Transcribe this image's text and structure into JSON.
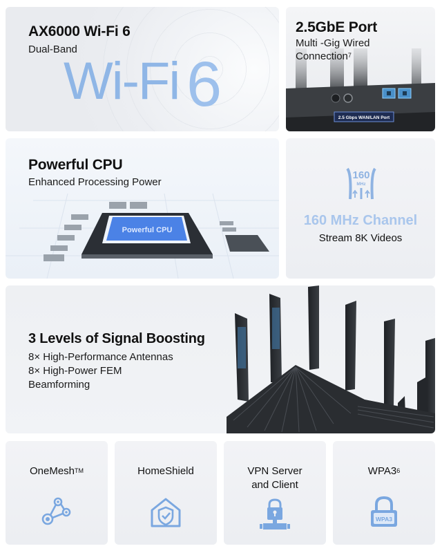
{
  "panels": {
    "wifi6": {
      "title": "AX6000 Wi-Fi 6",
      "subtitle": "Dual-Band",
      "graphic_text": "Wi-Fi",
      "graphic_digit": "6"
    },
    "port": {
      "title": "2.5GbE Port",
      "subtitle_line1": "Multi -Gig Wired",
      "subtitle_line2": "Connection",
      "footnote": "7",
      "port_label": "2.5 Gbps WAN/LAN Port"
    },
    "cpu": {
      "title": "Powerful CPU",
      "subtitle": "Enhanced Processing Power",
      "chip_label": "Powerful CPU"
    },
    "channel": {
      "icon_number": "160",
      "icon_unit": "MHz",
      "title": "160 MHz Channel",
      "subtitle": "Stream 8K Videos"
    },
    "signal": {
      "title": "3 Levels of Signal Boosting",
      "lines": [
        "8× High-Performance Antennas",
        "8× High-Power FEM",
        "Beamforming"
      ]
    }
  },
  "features": [
    {
      "label": "OneMesh",
      "sup": "TM",
      "icon": "mesh-network-icon"
    },
    {
      "label": "HomeShield",
      "sup": "",
      "icon": "house-shield-icon"
    },
    {
      "label_line1": "VPN Server",
      "label_line2": "and Client",
      "icon": "vpn-lock-icon"
    },
    {
      "label": "WPA3",
      "sup": "6",
      "icon": "wpa3-lock-icon",
      "icon_text": "WPA3"
    }
  ],
  "colors": {
    "accent_blue": "#7aa7e0",
    "light_blue_text": "#a9c6ec",
    "panel_bg": "#eef0f4",
    "router_dark": "#2a2d31"
  }
}
